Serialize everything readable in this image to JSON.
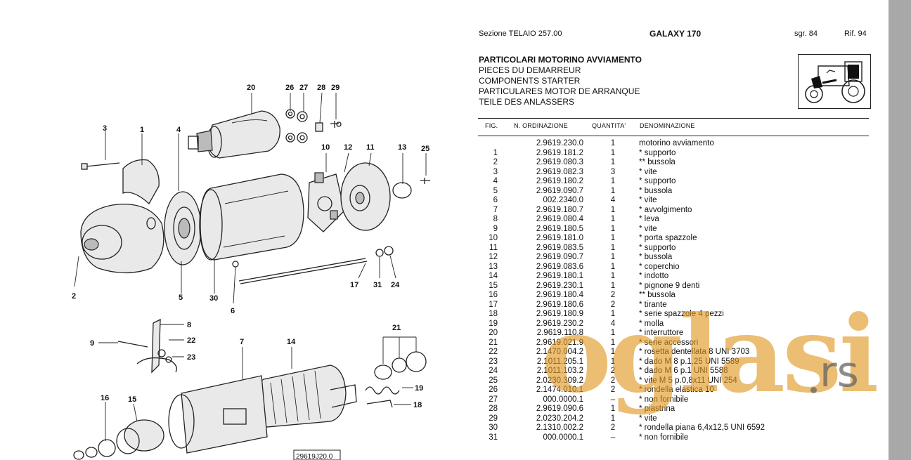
{
  "header": {
    "section": "Sezione TELAIO 257.00",
    "model": "GALAXY 170",
    "sgr": "sgr. 84",
    "rif": "Rif. 94"
  },
  "titles": [
    "PARTICOLARI MOTORINO AVVIAMENTO",
    "PIECES DU DEMARREUR",
    "COMPONENTS STARTER",
    "PARTICULARES MOTOR DE ARRANQUE",
    "TEILE DES ANLASSERS"
  ],
  "columns": {
    "fig": "FIG.",
    "order": "N. ORDINAZIONE",
    "qty": "QUANTITA'",
    "name": "DENOMINAZIONE"
  },
  "parts": [
    {
      "fig": "",
      "order": "2.9619.230.0",
      "qty": "1",
      "name": "motorino avviamento"
    },
    {
      "fig": "1",
      "order": "2.9619.181.2",
      "qty": "1",
      "name": "* supporto"
    },
    {
      "fig": "2",
      "order": "2.9619.080.3",
      "qty": "1",
      "name": "** bussola"
    },
    {
      "fig": "3",
      "order": "2.9619.082.3",
      "qty": "3",
      "name": "* vite"
    },
    {
      "fig": "4",
      "order": "2.9619.180.2",
      "qty": "1",
      "name": "* supporto"
    },
    {
      "fig": "5",
      "order": "2.9619.090.7",
      "qty": "1",
      "name": "* bussola"
    },
    {
      "fig": "6",
      "order": "002.2340.0",
      "qty": "4",
      "name": "* vite"
    },
    {
      "fig": "7",
      "order": "2.9619.180.7",
      "qty": "1",
      "name": "* avvolgimento"
    },
    {
      "fig": "8",
      "order": "2.9619.080.4",
      "qty": "1",
      "name": "* leva"
    },
    {
      "fig": "9",
      "order": "2.9619.180.5",
      "qty": "1",
      "name": "* vite"
    },
    {
      "fig": "10",
      "order": "2.9619.181.0",
      "qty": "1",
      "name": "* porta spazzole"
    },
    {
      "fig": "11",
      "order": "2.9619.083.5",
      "qty": "1",
      "name": "* supporto"
    },
    {
      "fig": "12",
      "order": "2.9619.090.7",
      "qty": "1",
      "name": "* bussola"
    },
    {
      "fig": "13",
      "order": "2.9619.083.6",
      "qty": "1",
      "name": "* coperchio"
    },
    {
      "fig": "14",
      "order": "2.9619.180.1",
      "qty": "1",
      "name": "* indotto"
    },
    {
      "fig": "15",
      "order": "2.9619.230.1",
      "qty": "1",
      "name": "* pignone 9 denti"
    },
    {
      "fig": "16",
      "order": "2.9619.180.4",
      "qty": "2",
      "name": "** bussola"
    },
    {
      "fig": "17",
      "order": "2.9619.180.6",
      "qty": "2",
      "name": "* tirante"
    },
    {
      "fig": "18",
      "order": "2.9619.180.9",
      "qty": "1",
      "name": "* serie spazzole 4 pezzi"
    },
    {
      "fig": "19",
      "order": "2.9619.230.2",
      "qty": "4",
      "name": "* molla"
    },
    {
      "fig": "20",
      "order": "2.9619.110.8",
      "qty": "1",
      "name": "* interruttore"
    },
    {
      "fig": "21",
      "order": "2.9619.021.9",
      "qty": "1",
      "name": "* serie accessori"
    },
    {
      "fig": "22",
      "order": "2.1470.004.2",
      "qty": "1",
      "name": "* rosetta dentellata 8 UNI 3703"
    },
    {
      "fig": "23",
      "order": "2.1011.205.1",
      "qty": "1",
      "name": "* dado M 8 p.1,25 UNI 5589"
    },
    {
      "fig": "24",
      "order": "2.1011.103.2",
      "qty": "2",
      "name": "* dado M 6 p.1 UNI 5588"
    },
    {
      "fig": "25",
      "order": "2.0230.309.2",
      "qty": "2",
      "name": "* vite M 5 p.0,8x11 UNI 254"
    },
    {
      "fig": "26",
      "order": "2.1474.010.1",
      "qty": "2",
      "name": "* rondella elastica 10"
    },
    {
      "fig": "27",
      "order": "000.0000.1",
      "qty": "–",
      "name": "* non fornibile"
    },
    {
      "fig": "28",
      "order": "2.9619.090.6",
      "qty": "1",
      "name": "* piastrina"
    },
    {
      "fig": "29",
      "order": "2.0230.204.2",
      "qty": "1",
      "name": "* vite"
    },
    {
      "fig": "30",
      "order": "2.1310.002.2",
      "qty": "2",
      "name": "* rondella piana 6,4x12,5 UNI 6592"
    },
    {
      "fig": "31",
      "order": "000.0000.1",
      "qty": "–",
      "name": "* non fornibile"
    }
  ],
  "diagram": {
    "callouts": [
      "1",
      "2",
      "3",
      "4",
      "5",
      "6",
      "8",
      "9",
      "10",
      "11",
      "12",
      "13",
      "14",
      "15",
      "16",
      "17",
      "18",
      "19",
      "20",
      "21",
      "22",
      "23",
      "24",
      "25",
      "26",
      "27",
      "28",
      "29",
      "30",
      "31",
      "7"
    ],
    "drawing_number": "29619J20.0"
  },
  "watermark": {
    "brand": "oglasi",
    "tld": "rs"
  }
}
